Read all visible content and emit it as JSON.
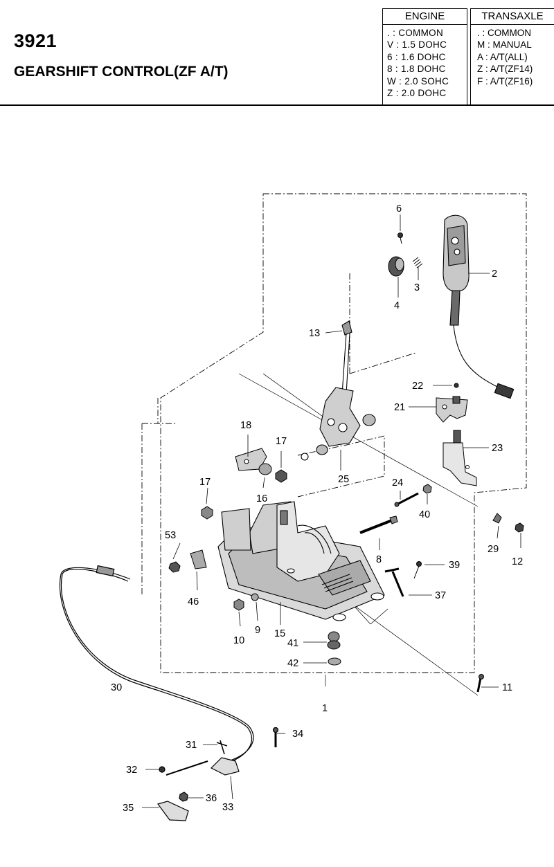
{
  "header": {
    "page_number": "3921",
    "title": "GEARSHIFT CONTROL(ZF A/T)"
  },
  "engine_table": {
    "title": "ENGINE",
    "rows": [
      ". : COMMON",
      "V : 1.5 DOHC",
      "6 : 1.6 DOHC",
      "8 : 1.8 DOHC",
      "W : 2.0 SOHC",
      "Z : 2.0 DOHC"
    ]
  },
  "transaxle_table": {
    "title": "TRANSAXLE",
    "rows": [
      ". : COMMON",
      "M : MANUAL",
      "A : A/T(ALL)",
      "Z : A/T(ZF14)",
      "F : A/T(ZF16)"
    ]
  },
  "callouts": {
    "c1": "1",
    "c2": "2",
    "c3": "3",
    "c4": "4",
    "c6": "6",
    "c8": "8",
    "c9": "9",
    "c10": "10",
    "c11": "11",
    "c12": "12",
    "c13": "13",
    "c15": "15",
    "c16": "16",
    "c17a": "17",
    "c17b": "17",
    "c18": "18",
    "c21": "21",
    "c22": "22",
    "c23": "23",
    "c24": "24",
    "c25": "25",
    "c29": "29",
    "c30": "30",
    "c31": "31",
    "c32": "32",
    "c33": "33",
    "c34": "34",
    "c35": "35",
    "c36": "36",
    "c37": "37",
    "c39": "39",
    "c40": "40",
    "c41": "41",
    "c42": "42",
    "c46": "46",
    "c53": "53"
  }
}
